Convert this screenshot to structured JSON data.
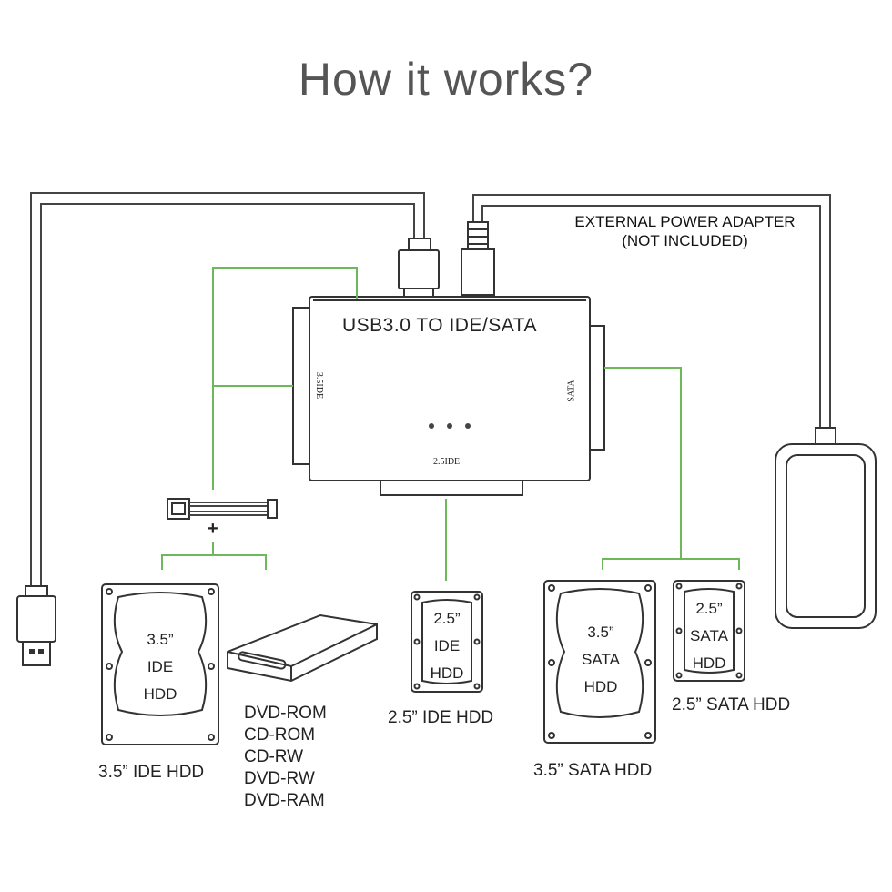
{
  "title": "How it works?",
  "adapter": {
    "label": "USB3.0 TO IDE/SATA",
    "left_port": "3.5IDE",
    "bottom_port": "2.5IDE",
    "right_port": "SATA"
  },
  "power": {
    "line1": "EXTERNAL POWER ADAPTER",
    "line2": "(NOT INCLUDED)"
  },
  "plus": "+",
  "disks": {
    "ide35": {
      "face": [
        "3.5”",
        "IDE",
        "HDD"
      ],
      "caption": "3.5”  IDE HDD"
    },
    "ide25": {
      "face": [
        "2.5”",
        "IDE",
        "HDD"
      ],
      "caption": "2.5”  IDE HDD"
    },
    "sata35": {
      "face": [
        "3.5”",
        "SATA",
        "HDD"
      ],
      "caption": "3.5”  SATA HDD"
    },
    "sata25": {
      "face": [
        "2.5”",
        "SATA",
        "HDD"
      ],
      "caption": "2.5”  SATA HDD"
    }
  },
  "optical_drives": [
    "DVD-ROM",
    "CD-ROM",
    "CD-RW",
    "DVD-RW",
    "DVD-RAM"
  ],
  "colors": {
    "wire": "#6cb85a",
    "outline": "#333333",
    "cable": "#444444"
  }
}
